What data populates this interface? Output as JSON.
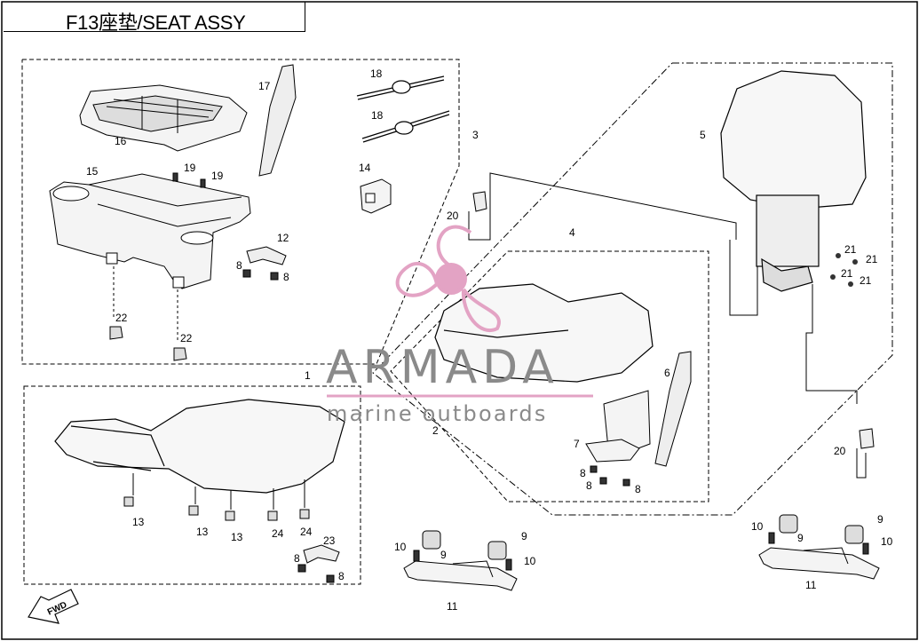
{
  "title": "F13座垫/SEAT ASSY",
  "watermark": {
    "brand": "ARMADA",
    "tagline": "marine outboards",
    "accent_color": "#e3a3c4",
    "text_color": "#8a8a8a"
  },
  "direction_label": "FWD",
  "callouts": {
    "c1": "1",
    "c2": "2",
    "c3": "3",
    "c4": "4",
    "c5": "5",
    "c6": "6",
    "c7": "7",
    "c8a": "8",
    "c8b": "8",
    "c8c": "8",
    "c8d": "8",
    "c8e": "8",
    "c8f": "8",
    "c8g": "8",
    "c9a": "9",
    "c9b": "9",
    "c9c": "9",
    "c9d": "9",
    "c10a": "10",
    "c10b": "10",
    "c10c": "10",
    "c10d": "10",
    "c11a": "11",
    "c11b": "11",
    "c12": "12",
    "c13a": "13",
    "c13b": "13",
    "c13c": "13",
    "c14": "14",
    "c15": "15",
    "c16": "16",
    "c17": "17",
    "c18a": "18",
    "c18b": "18",
    "c19a": "19",
    "c19b": "19",
    "c20a": "20",
    "c20b": "20",
    "c21a": "21",
    "c21b": "21",
    "c21c": "21",
    "c21d": "21",
    "c22a": "22",
    "c22b": "22",
    "c23": "23",
    "c24a": "24",
    "c24b": "24"
  }
}
